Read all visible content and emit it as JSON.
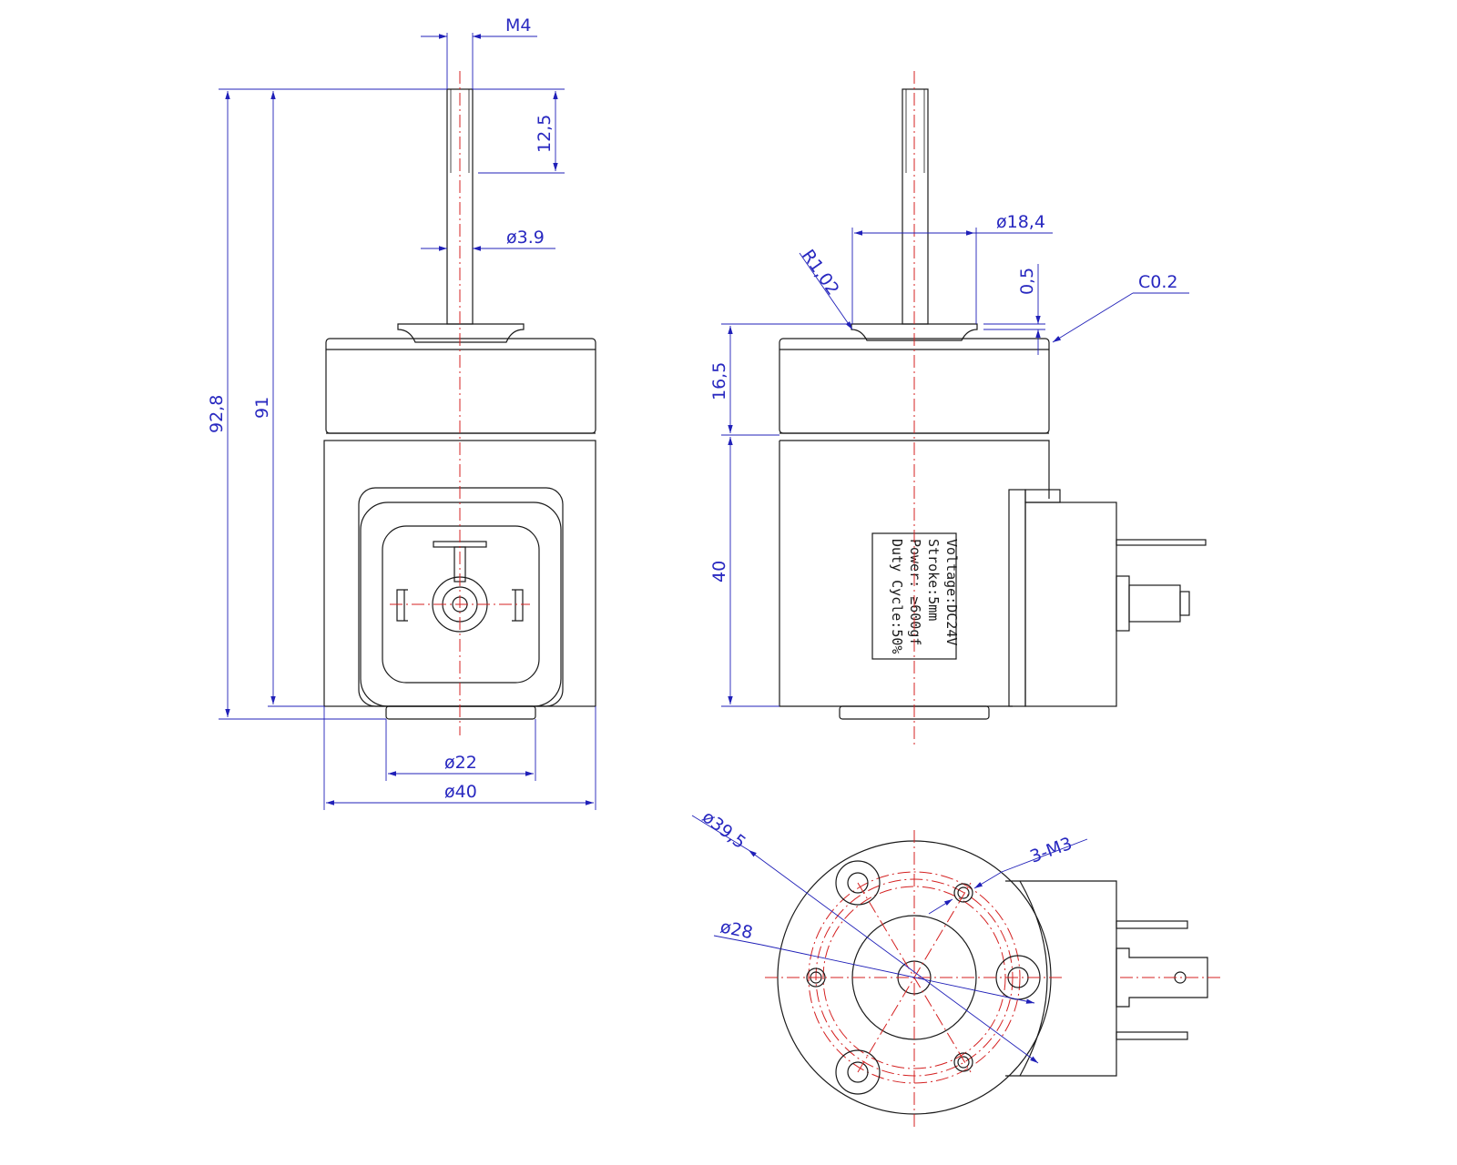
{
  "dimensions": {
    "thread_m4": "M4",
    "thread_len": "12,5",
    "shaft_dia": "ø3.9",
    "total_len": "92,8",
    "body_len": "91",
    "bottom_dia": "ø22",
    "body_dia": "ø40",
    "top_dia": "ø18,4",
    "radius": "R1,02",
    "step": "0,5",
    "chamfer": "C0.2",
    "cap_height": "16,5",
    "coil_height": "40",
    "bolt_circle": "ø39,5",
    "inner_circle": "ø28",
    "mount_holes": "3-M3"
  },
  "label": {
    "voltage": "Voltage:DC24V",
    "stroke": "Stroke:5mm",
    "power": "Power: ≥600gf",
    "duty": "Duty Cycle:50%"
  }
}
